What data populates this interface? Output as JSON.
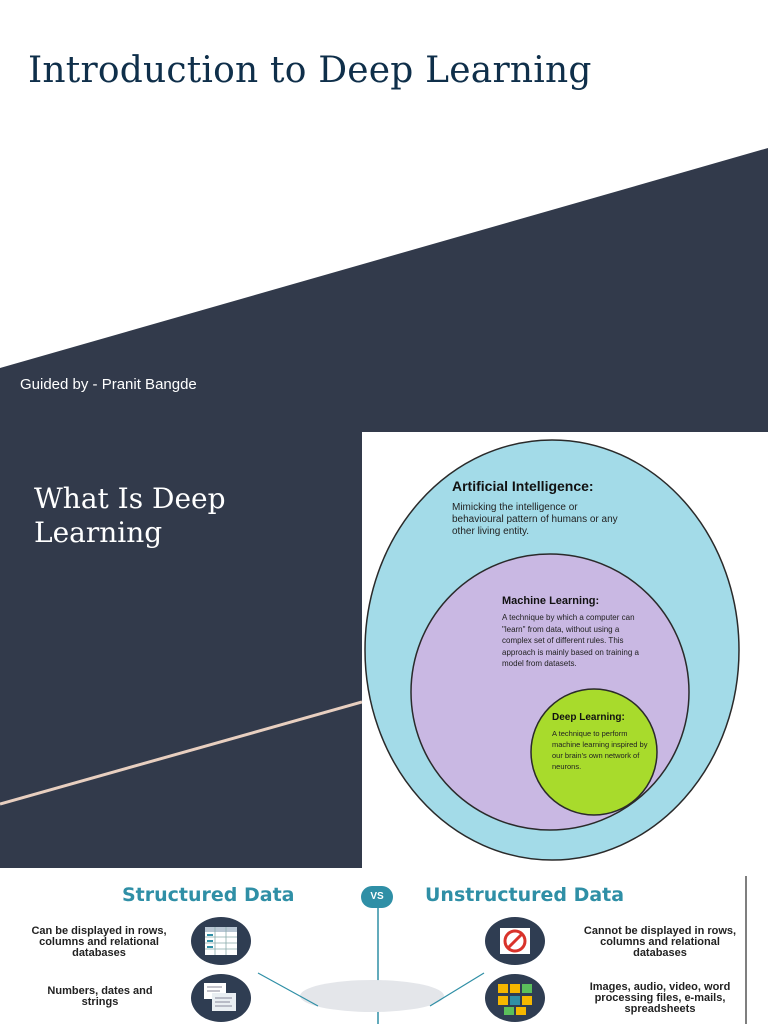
{
  "slide1": {
    "title": "Introduction to Deep Learning",
    "guided_by": "Guided by - Pranit Bangde",
    "colors": {
      "navy": "#323a4b",
      "title_text": "#0f2f4a"
    }
  },
  "slide2": {
    "heading": "What Is Deep Learning",
    "ai": {
      "title": "Artificial Intelligence:",
      "text": "Mimicking the intelligence or behavioural pattern of humans or any other living entity."
    },
    "ml": {
      "title": "Machine Learning:",
      "text": "A technique by which a computer can \"learn\" from data, without using a complex set of different rules. This approach is mainly based on training a model from datasets."
    },
    "dl": {
      "title": "Deep Learning:",
      "text": "A technique to perform machine learning inspired by our brain's own network of neurons."
    },
    "colors": {
      "ai": "#a3dbe8",
      "ml": "#c9b8e3",
      "dl": "#a8db2c",
      "accent_line": "#e8cfc0"
    }
  },
  "slide3": {
    "left_title": "Structured Data",
    "vs": "VS",
    "right_title": "Unstructured Data",
    "left_row1": "Can be displayed in rows, columns and relational databases",
    "left_row2": "Numbers, dates and strings",
    "right_row1": "Cannot be displayed in rows, columns and relational databases",
    "right_row2": "Images, audio, video, word processing files, e-mails, spreadsheets",
    "icons": [
      "table-icon",
      "documents-icon",
      "prohibited-icon",
      "media-files-icon"
    ],
    "colors": {
      "title": "#2f8fa6",
      "icon_circle": "#2f3d52"
    }
  }
}
